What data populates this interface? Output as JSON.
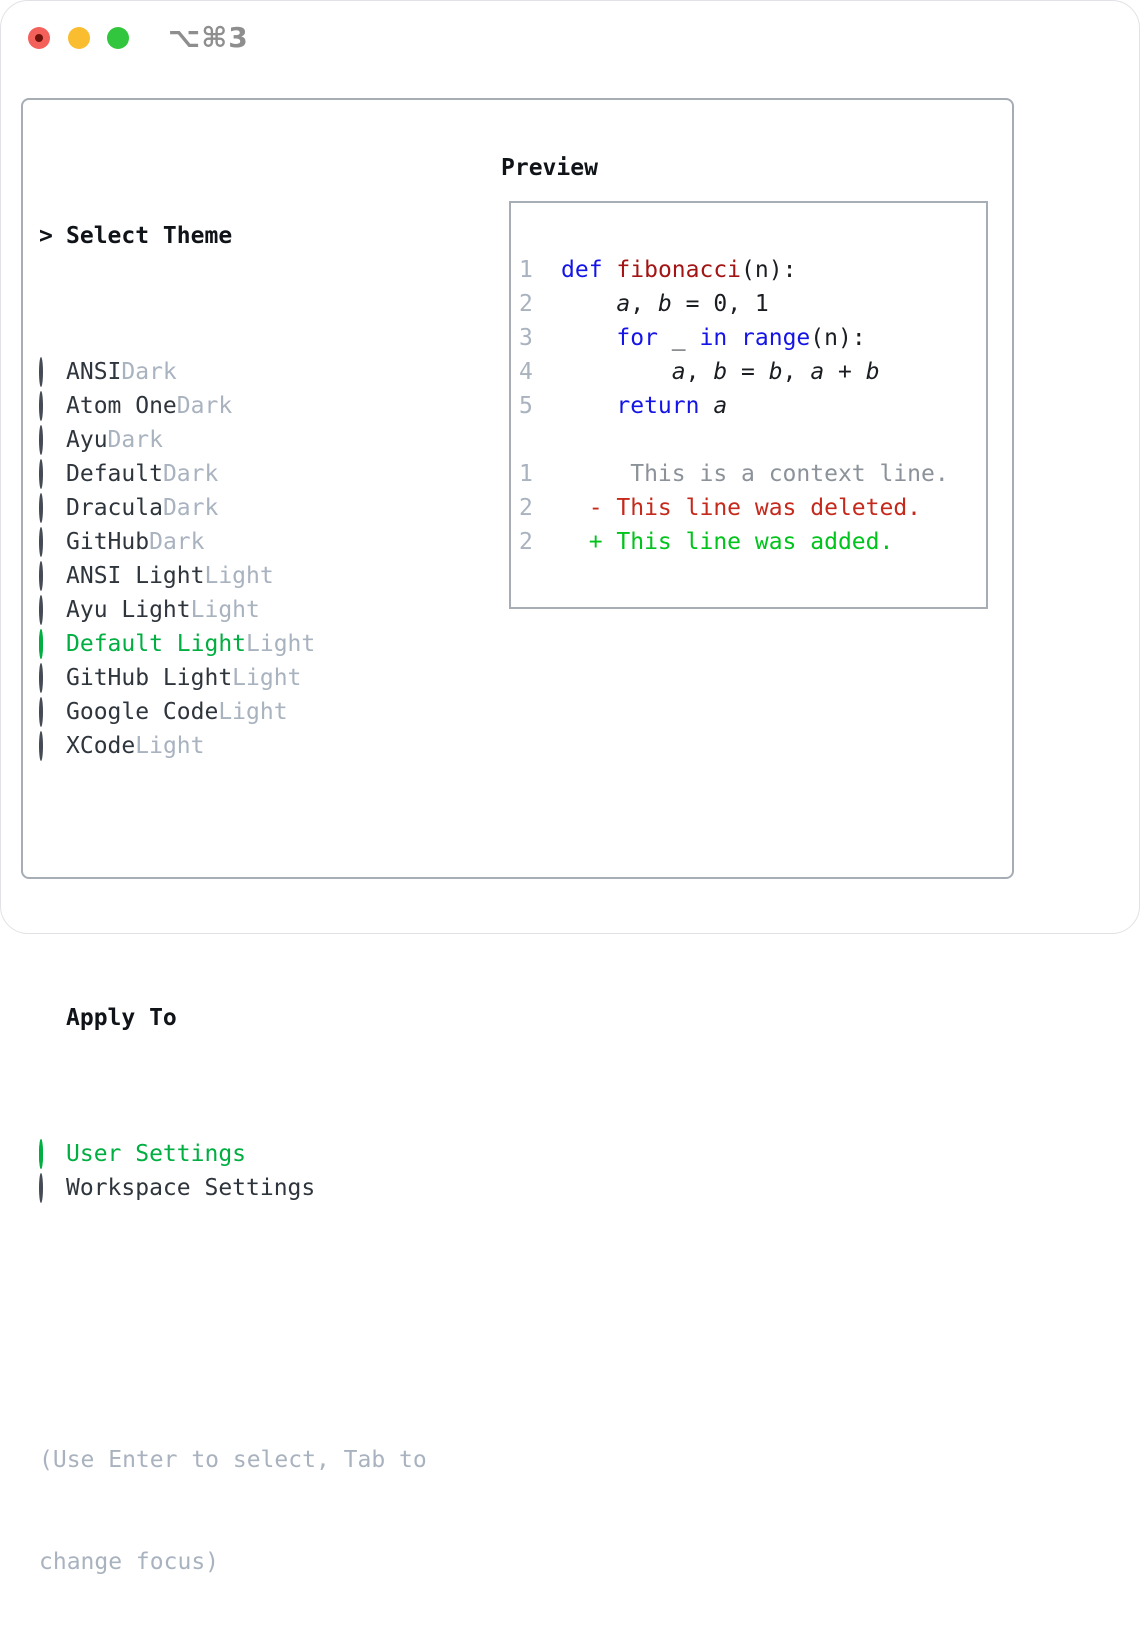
{
  "titlebar": {
    "shortcut": "⌥⌘3"
  },
  "theme_panel": {
    "select_prefix": ">",
    "select_header": "Select Theme",
    "themes": [
      {
        "name": "ANSI",
        "variant": "Dark",
        "selected": false
      },
      {
        "name": "Atom One",
        "variant": "Dark",
        "selected": false
      },
      {
        "name": "Ayu",
        "variant": "Dark",
        "selected": false
      },
      {
        "name": "Default",
        "variant": "Dark",
        "selected": false
      },
      {
        "name": "Dracula",
        "variant": "Dark",
        "selected": false
      },
      {
        "name": "GitHub",
        "variant": "Dark",
        "selected": false
      },
      {
        "name": "ANSI Light",
        "variant": "Light",
        "selected": false
      },
      {
        "name": "Ayu Light",
        "variant": "Light",
        "selected": false
      },
      {
        "name": "Default Light",
        "variant": "Light",
        "selected": true
      },
      {
        "name": "GitHub Light",
        "variant": "Light",
        "selected": false
      },
      {
        "name": "Google Code",
        "variant": "Light",
        "selected": false
      },
      {
        "name": "XCode",
        "variant": "Light",
        "selected": false
      }
    ],
    "apply_header": "Apply To",
    "apply_options": [
      {
        "label": "User Settings",
        "selected": true
      },
      {
        "label": "Workspace Settings",
        "selected": false
      }
    ],
    "hint_line1": "(Use Enter to select, Tab to",
    "hint_line2": "change focus)"
  },
  "preview": {
    "header": "Preview",
    "lines": [
      {
        "num": "1",
        "segs": [
          [
            "kw",
            "def"
          ],
          [
            "plain",
            " "
          ],
          [
            "fn",
            "fibonacci"
          ],
          [
            "plain",
            "(n):"
          ]
        ]
      },
      {
        "num": "2",
        "segs": [
          [
            "plain",
            "    "
          ],
          [
            "var",
            "a"
          ],
          [
            "plain",
            ", "
          ],
          [
            "var",
            "b"
          ],
          [
            "plain",
            " = 0, 1"
          ]
        ]
      },
      {
        "num": "3",
        "segs": [
          [
            "plain",
            "    "
          ],
          [
            "kw",
            "for"
          ],
          [
            "plain",
            " _ "
          ],
          [
            "kw",
            "in"
          ],
          [
            "plain",
            " "
          ],
          [
            "kw",
            "range"
          ],
          [
            "plain",
            "(n):"
          ]
        ]
      },
      {
        "num": "4",
        "segs": [
          [
            "plain",
            "        "
          ],
          [
            "var",
            "a"
          ],
          [
            "plain",
            ", "
          ],
          [
            "var",
            "b"
          ],
          [
            "plain",
            " = "
          ],
          [
            "var",
            "b"
          ],
          [
            "plain",
            ", "
          ],
          [
            "var",
            "a"
          ],
          [
            "plain",
            " + "
          ],
          [
            "var",
            "b"
          ]
        ]
      },
      {
        "num": "5",
        "segs": [
          [
            "plain",
            "    "
          ],
          [
            "kw",
            "return"
          ],
          [
            "plain",
            " "
          ],
          [
            "var",
            "a"
          ]
        ]
      },
      {
        "num": "",
        "segs": []
      },
      {
        "num": "1",
        "segs": [
          [
            "ctx",
            "     This is a context line."
          ]
        ]
      },
      {
        "num": "2",
        "segs": [
          [
            "del",
            "  - This line was deleted."
          ]
        ]
      },
      {
        "num": "2",
        "segs": [
          [
            "add",
            "  + This line was added."
          ]
        ]
      }
    ]
  },
  "colors": {
    "selected_green": "#00ae41",
    "added_green": "#00c31b",
    "deleted_red": "#c5291c",
    "keyword_blue": "#1414e6",
    "function_red": "#a31515",
    "muted_gray": "#a9b2bf",
    "context_gray": "#8b9299",
    "text_dark": "#2f353c",
    "heading_black": "#101418",
    "border_gray": "#a6adb5",
    "traffic_red": "#f4605a",
    "traffic_yellow": "#f9bd2f",
    "traffic_green": "#32c63e",
    "shortcut_gray": "#8e8e8e"
  }
}
